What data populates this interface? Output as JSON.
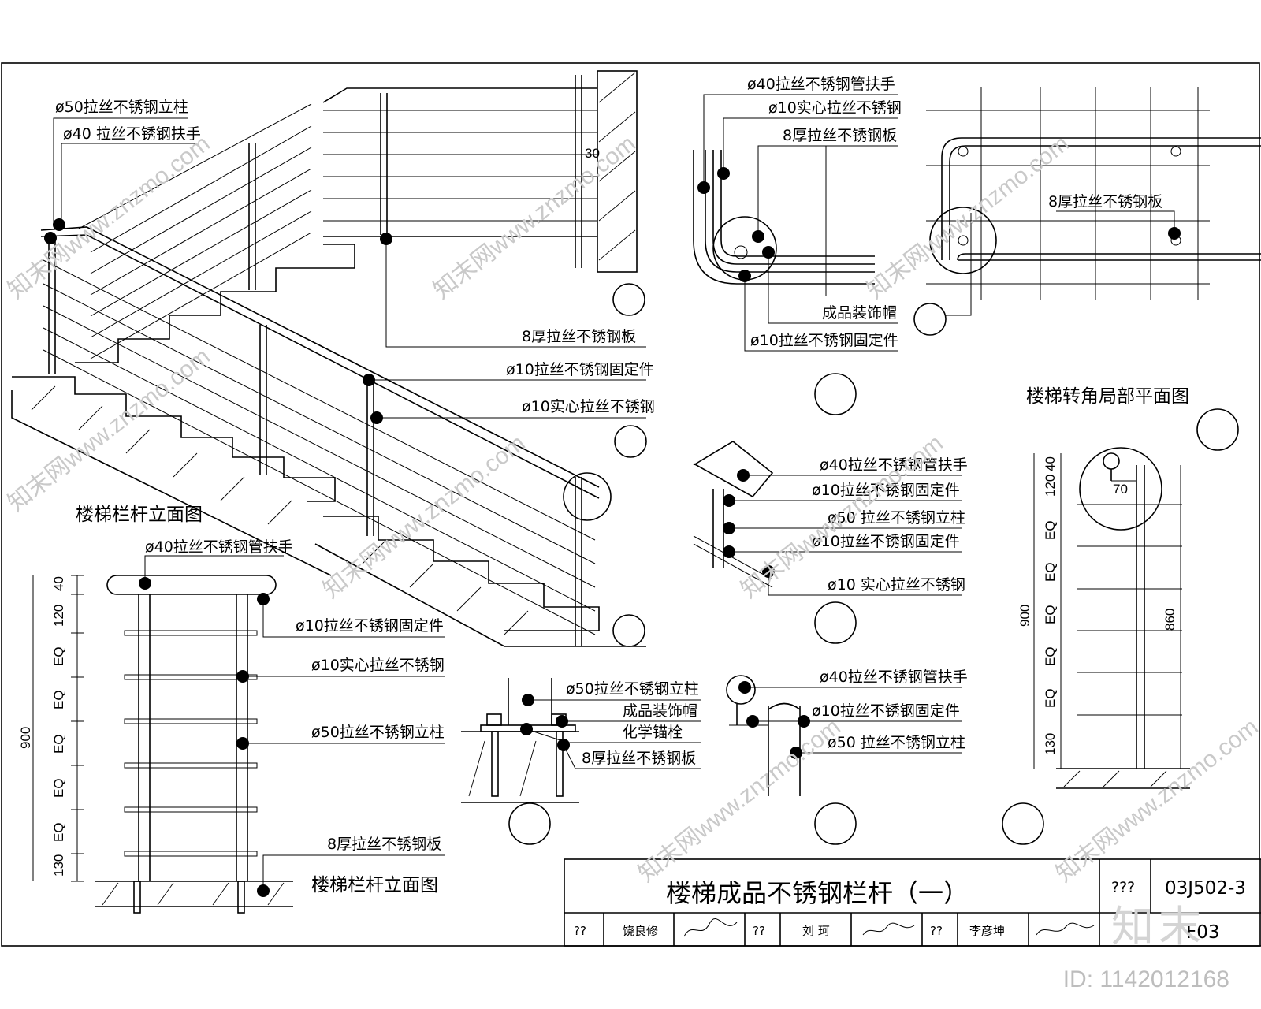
{
  "drawing": {
    "title": "楼梯成品不锈钢栏杆（一）",
    "code": "03J502-3",
    "page": "F03",
    "code_label": "???",
    "title_block": {
      "row": [
        "??",
        "饶良修",
        "",
        "??",
        "刘 珂",
        "",
        "??",
        "李彦坤",
        ""
      ]
    }
  },
  "views": {
    "elevation_a": {
      "title": "楼梯栏杆立面图",
      "labels": [
        "ø50拉丝不锈钢立柱",
        "ø40 拉丝不锈钢扶手",
        "8厚拉丝不锈钢板",
        "ø10拉丝不锈钢固定件",
        "ø10实心拉丝不锈钢"
      ],
      "dim_30": "30"
    },
    "elevation_b": {
      "title": "楼梯栏杆立面图",
      "labels": [
        "ø40拉丝不锈钢管扶手",
        "ø10拉丝不锈钢固定件",
        "ø10实心拉丝不锈钢",
        "ø50拉丝不锈钢立柱",
        "8厚拉丝不锈钢板"
      ],
      "dims": [
        "40",
        "120",
        "EQ",
        "EQ",
        "EQ",
        "EQ",
        "EQ",
        "130"
      ],
      "dim_total": "900"
    },
    "detail_base": {
      "labels": [
        "ø50拉丝不锈钢立柱",
        "成品装饰帽",
        "化学锚栓",
        "8厚拉丝不锈钢板"
      ]
    },
    "detail_corner": {
      "labels": [
        "ø40拉丝不锈钢管扶手",
        "ø10实心拉丝不锈钢",
        "8厚拉丝不锈钢板",
        "成品装饰帽",
        "ø10拉丝不锈钢固定件"
      ]
    },
    "plan_corner": {
      "title": "楼梯转角局部平面图",
      "labels": [
        "8厚拉丝不锈钢板"
      ]
    },
    "detail_slope": {
      "labels": [
        "ø40拉丝不锈钢管扶手",
        "ø10拉丝不锈钢固定件",
        "ø50 拉丝不锈钢立柱",
        "ø10拉丝不锈钢固定件",
        "ø10 实心拉丝不锈钢"
      ]
    },
    "detail_top": {
      "labels": [
        "ø40拉丝不锈钢管扶手",
        "ø10拉丝不锈钢固定件",
        "ø50 拉丝不锈钢立柱"
      ]
    },
    "section_right": {
      "dims": [
        "40",
        "120",
        "EQ",
        "EQ",
        "EQ",
        "EQ",
        "EQ",
        "130"
      ],
      "dim_total": "900",
      "dim_inner": "860",
      "dim_70": "70"
    }
  },
  "watermark": {
    "text": "知末网www.znzmo.com",
    "brand": "知末",
    "id": "ID: 1142012168"
  }
}
